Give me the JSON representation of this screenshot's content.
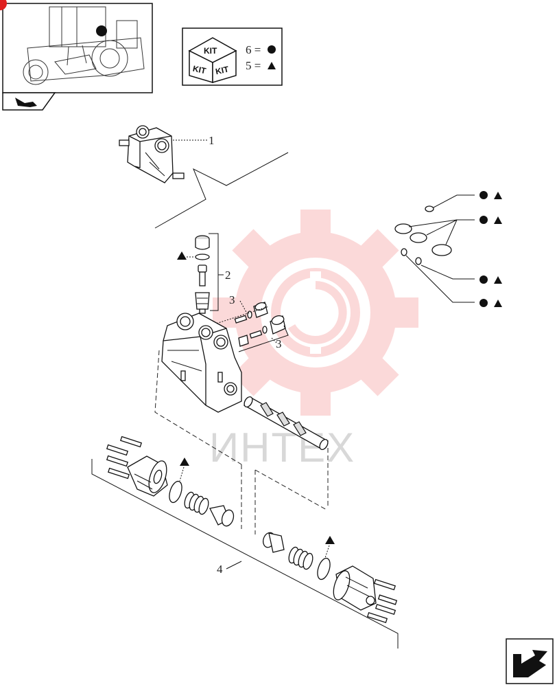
{
  "thumbnail": {
    "icon": "tractor-location-thumbnail"
  },
  "nav": {
    "back_icon": "prev-page-arrow-icon",
    "next_icon": "next-page-arrow-icon"
  },
  "kit_legend": {
    "box_word": "KIT",
    "row1_value": "6 =",
    "row1_symbol": "circle",
    "row2_value": "5 =",
    "row2_symbol": "triangle"
  },
  "callouts": {
    "c1": "1",
    "c2": "2",
    "c3a": "3",
    "c3b": "3",
    "c4": "4"
  },
  "watermark": {
    "text": "ИНТЕХ",
    "logo_color": "#f04848"
  }
}
